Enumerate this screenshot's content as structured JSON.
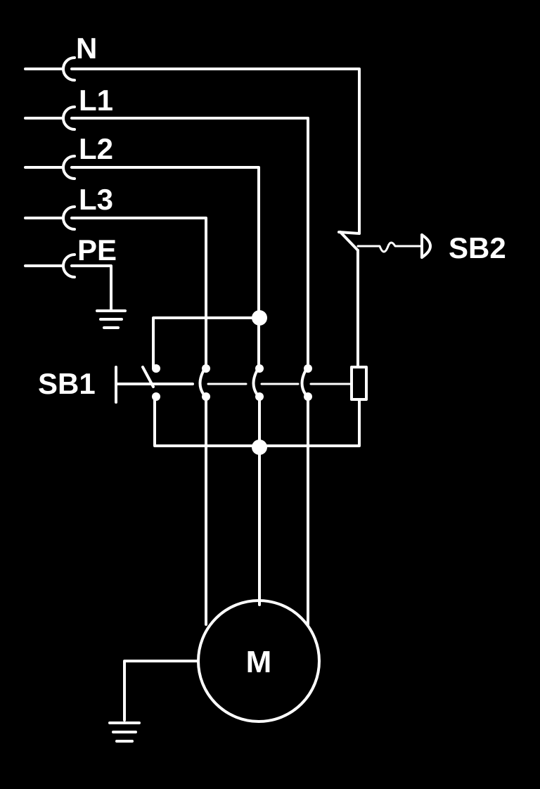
{
  "diagram": {
    "terminals": {
      "n": "N",
      "l1": "L1",
      "l2": "L2",
      "l3": "L3",
      "pe": "PE"
    },
    "buttons": {
      "start": "SB1",
      "stop": "SB2"
    },
    "motor": "M"
  },
  "colors": {
    "background": "#000000",
    "line": "#ffffff"
  }
}
